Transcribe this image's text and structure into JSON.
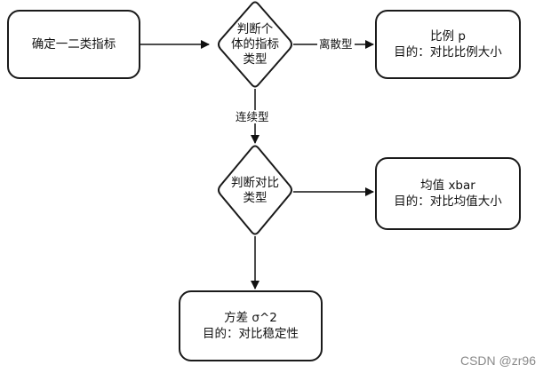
{
  "nodes": {
    "start": "确定一二类指标",
    "decision_type": [
      "判断个",
      "体的指标",
      "类型"
    ],
    "proportion": [
      "比例 p",
      "目的：对比比例大小"
    ],
    "decision_compare": [
      "判断对比",
      "类型"
    ],
    "mean": [
      "均值 xbar",
      "目的：对比均值大小"
    ],
    "variance": [
      "方差 σ^2",
      "目的：对比稳定性"
    ]
  },
  "edges": {
    "discrete": "离散型",
    "continuous": "连续型"
  },
  "watermark": "CSDN @zr96"
}
